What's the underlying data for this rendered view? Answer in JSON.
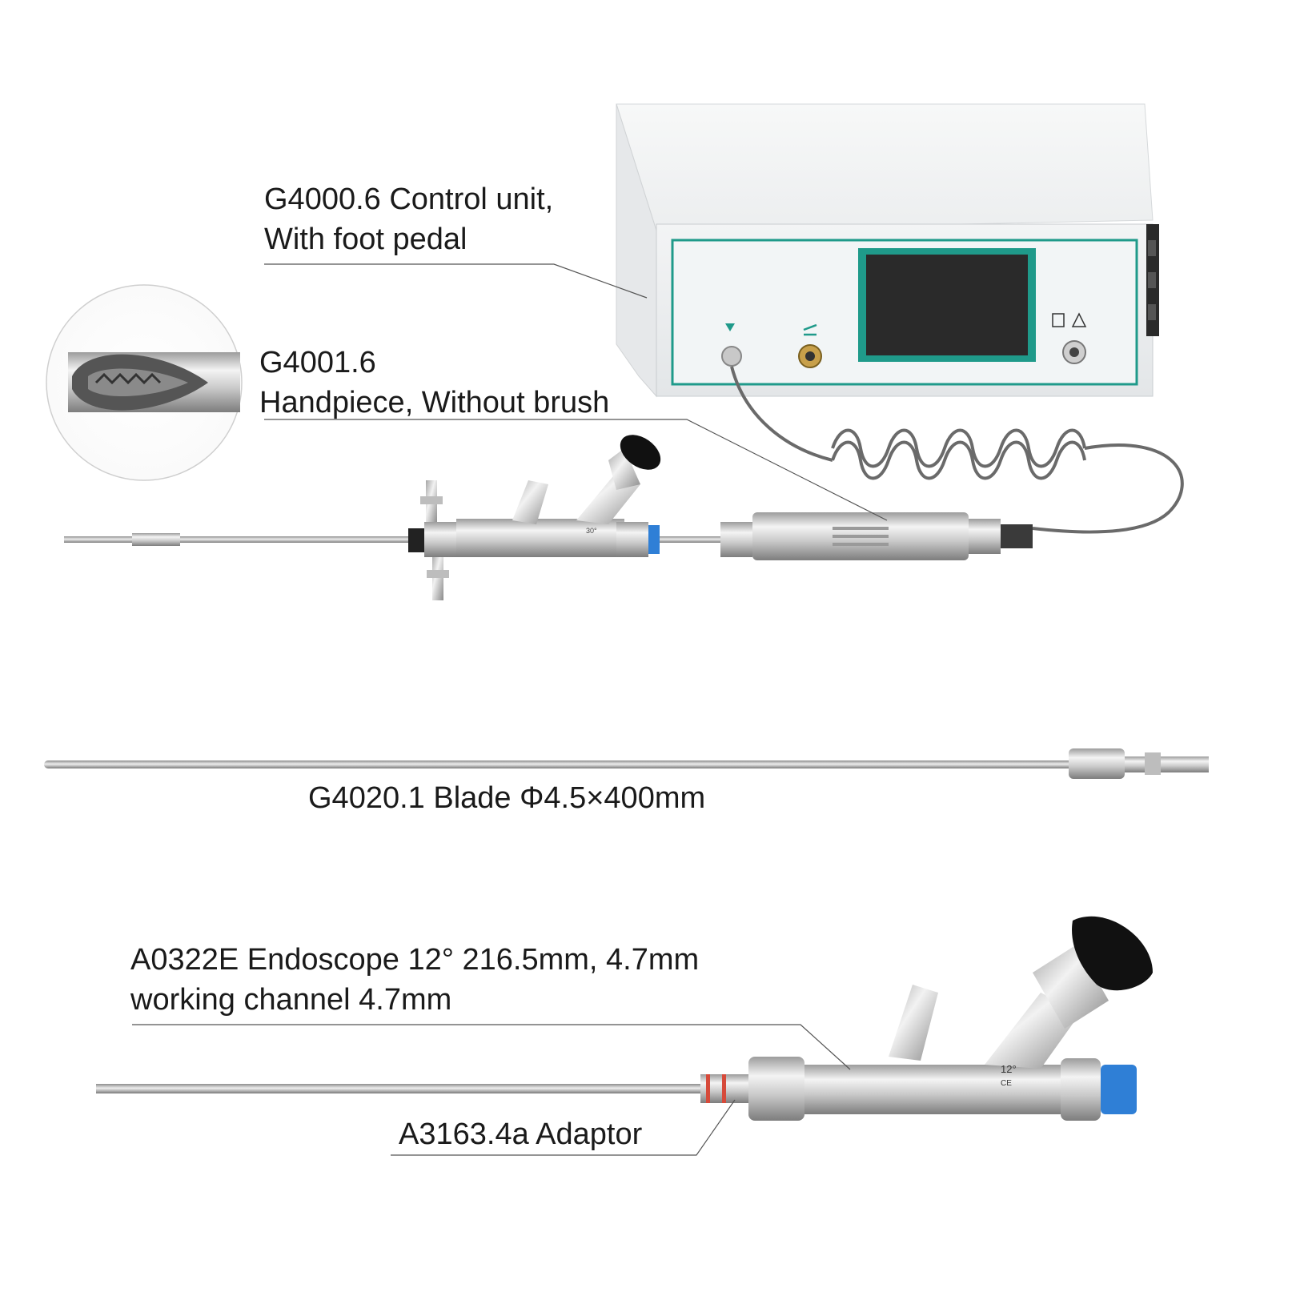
{
  "labels": {
    "control_unit": {
      "line1": "G4000.6 Control unit,",
      "line2": "With foot pedal"
    },
    "handpiece": {
      "line1": "G4001.6",
      "line2": "Handpiece, Without brush"
    },
    "blade": {
      "line1": "G4020.1  Blade Φ4.5×400mm"
    },
    "endoscope": {
      "line1": "A0322E Endoscope 12° 216.5mm, 4.7mm",
      "line2": "working channel 4.7mm"
    },
    "adaptor": {
      "line1": "A3163.4a Adaptor"
    }
  },
  "engravings": {
    "endoscope_angle": "12°",
    "endoscope_mark": "CE",
    "top_scope_angle": "30°"
  },
  "colors": {
    "text": "#1a1a1a",
    "leader_line": "#555555",
    "steel_light": "#e8e8e8",
    "steel_dark": "#8a8a8a",
    "unit_body": "#eef0f1",
    "panel_border": "#1f9a8a",
    "screen": "#2a2a2a",
    "eyepiece": "#111111",
    "ring_blue": "#2f7fd6",
    "cable": "#6a6a6a"
  },
  "icons": [
    "cable-connector-icon",
    "foot-pedal-icon",
    "warning-icon",
    "power-connector-icon"
  ]
}
